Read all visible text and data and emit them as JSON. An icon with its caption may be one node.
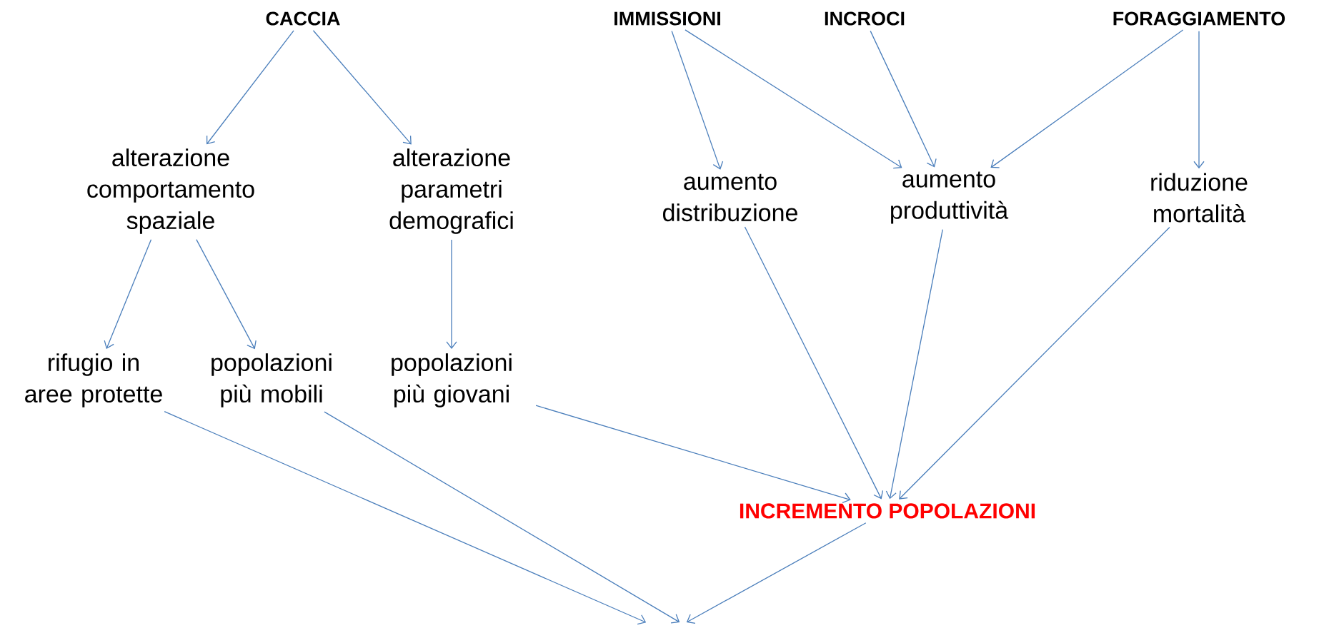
{
  "diagram": {
    "nodes": [
      {
        "text": [
          "CACCIA"
        ]
      },
      {
        "text": [
          "IMMISSIONI"
        ]
      },
      {
        "text": [
          "INCROCI"
        ]
      },
      {
        "text": [
          "FORAGGIAMENTO"
        ]
      },
      {
        "text": [
          "alterazione comportamento spaziale"
        ]
      },
      {
        "text": [
          "alterazione parametri demografici"
        ]
      },
      {
        "text": [
          "aumento distribuzione"
        ]
      },
      {
        "text": [
          "aumento produttività"
        ]
      },
      {
        "text": [
          "riduzione mortalità"
        ]
      },
      {
        "text": [
          "rifugio in aree protette"
        ]
      },
      {
        "text": [
          "popolazioni più mobili"
        ]
      },
      {
        "text": [
          "popolazioni più giovani"
        ]
      },
      {
        "text": [
          "INCREMENTO POPOLAZIONI"
        ]
      }
    ],
    "edges": [
      {
        "from": 0,
        "to": 4,
        "arrow": "to"
      },
      {
        "from": 0,
        "to": 5,
        "arrow": "to"
      },
      {
        "from": 1,
        "to": 6,
        "arrow": "to"
      },
      {
        "from": 1,
        "to": 7,
        "arrow": "to"
      },
      {
        "from": 2,
        "to": 7,
        "arrow": "to"
      },
      {
        "from": 3,
        "to": 7,
        "arrow": "to"
      },
      {
        "from": 3,
        "to": 8,
        "arrow": "to"
      },
      {
        "from": 4,
        "to": 9,
        "arrow": "to"
      },
      {
        "from": 4,
        "to": 10,
        "arrow": "to"
      },
      {
        "from": 5,
        "to": 11,
        "arrow": "to"
      },
      {
        "from": 6,
        "to": 12,
        "arrow": "to"
      },
      {
        "from": 7,
        "to": 12,
        "arrow": "to"
      },
      {
        "from": 8,
        "to": 12,
        "arrow": "to"
      },
      {
        "from": 11,
        "to": 12,
        "arrow": "to"
      },
      {
        "from": 9,
        "to": null,
        "arrow": "to"
      },
      {
        "from": 10,
        "to": null,
        "arrow": "to"
      },
      {
        "from": 12,
        "to": null,
        "arrow": "to"
      }
    ]
  }
}
